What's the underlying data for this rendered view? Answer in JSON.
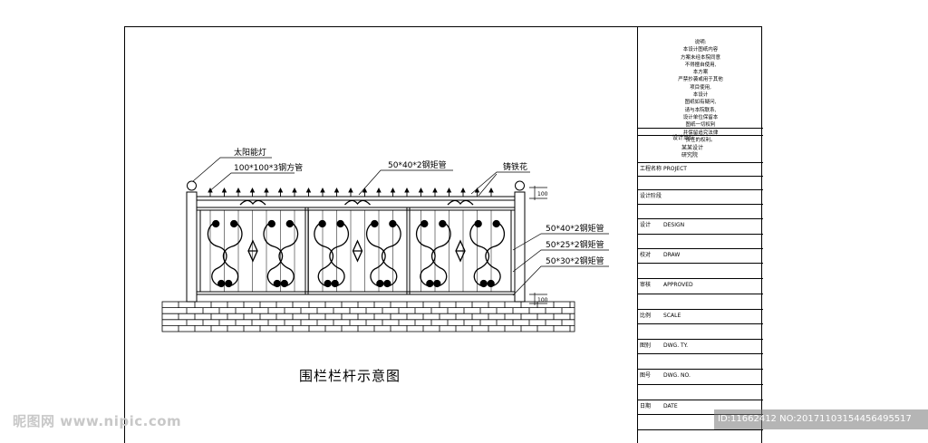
{
  "drawing": {
    "caption": "围栏栏杆示意图",
    "labels": {
      "lamp": "太阳能灯",
      "post_tube": "100*100*3钢方管",
      "top_rail": "50*40*2钢矩管",
      "cast_flower": "铸铁花",
      "rail_1": "50*40*2钢矩管",
      "rail_2": "50*25*2钢矩管",
      "rail_3": "50*30*2钢矩管",
      "dim_top": "100",
      "dim_bottom": "100"
    }
  },
  "title_block": {
    "notes": [
      "说明:",
      "本设计图纸内容",
      "方案未经本院同意",
      "不得擅自使用,",
      "本方案",
      "严禁抄袭或用于其他",
      "项目使用,",
      "本设计",
      "图纸如有疑问,",
      "请与本院联系,",
      "设计单位保留本",
      "图纸一切权利",
      "并保留追究法律",
      "责任的权利。"
    ],
    "design_unit": "设计单位",
    "unit_name_1": "某某设计",
    "unit_name_2": "研究院",
    "rows": [
      {
        "label": "工程名称",
        "value": "PROJECT"
      },
      {
        "label": "设计阶段",
        "value": ""
      },
      {
        "label": "设计",
        "value": "DESIGN"
      },
      {
        "label": "校对",
        "value": "DRAW"
      },
      {
        "label": "审核",
        "value": "APPROVED"
      },
      {
        "label": "比例",
        "value": "SCALE"
      },
      {
        "label": "图别",
        "value": "DWG. TY."
      },
      {
        "label": "图号",
        "value": "DWG. NO."
      },
      {
        "label": "日期",
        "value": "DATE"
      }
    ]
  },
  "watermarks": {
    "left": "昵图网 www.nipic.com",
    "right": "ID:11662412 NO:20171103154456495517"
  }
}
